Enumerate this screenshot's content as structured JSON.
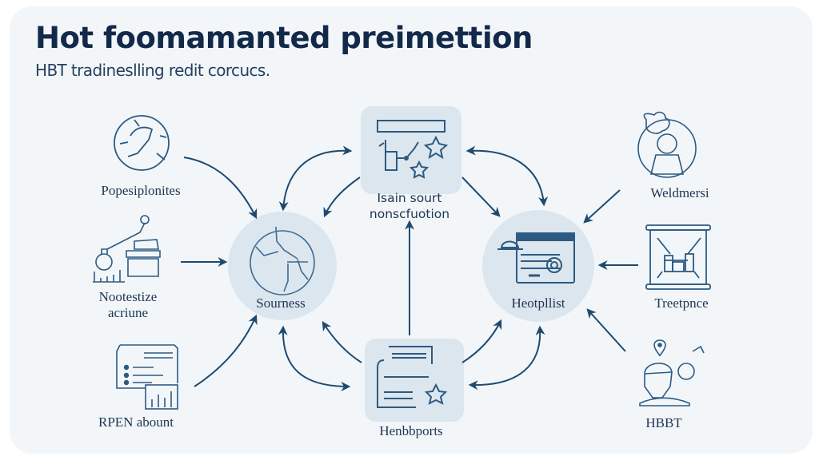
{
  "header": {
    "title": "Hot foomamanted preimettion",
    "subtitle": "HBT tradineslling redit corcucs."
  },
  "colors": {
    "background": "#f2f6f9",
    "node_fill": "#dce6ee",
    "stroke": "#2c5a82",
    "arrow": "#1f4a70",
    "text": "#1f3553"
  },
  "center_nodes": [
    {
      "id": "top",
      "shape": "rounded-square",
      "icon": "diagram-stars-icon",
      "label_lines": [
        "Isain sourt",
        "nonscfuotion"
      ]
    },
    {
      "id": "left",
      "shape": "circle",
      "icon": "globe-map-icon",
      "label": "Sourness"
    },
    {
      "id": "right",
      "shape": "circle",
      "icon": "browser-window-icon",
      "label": "Heotpllist"
    },
    {
      "id": "bottom",
      "shape": "rounded-square",
      "icon": "documents-badge-icon",
      "label": "Henbbports"
    }
  ],
  "left_nodes": [
    {
      "icon": "compass-globe-icon",
      "label": "Popesiplonites"
    },
    {
      "icon": "lab-equipment-icon",
      "label_lines": [
        "Nootestize",
        "acriune"
      ]
    },
    {
      "icon": "document-chart-icon",
      "label": "RPEN abount"
    }
  ],
  "right_nodes": [
    {
      "icon": "person-portrait-icon",
      "label": "Weldmersi"
    },
    {
      "icon": "presentation-board-icon",
      "label": "Treetpnce"
    },
    {
      "icon": "person-location-icon",
      "label": "HBBT"
    }
  ]
}
